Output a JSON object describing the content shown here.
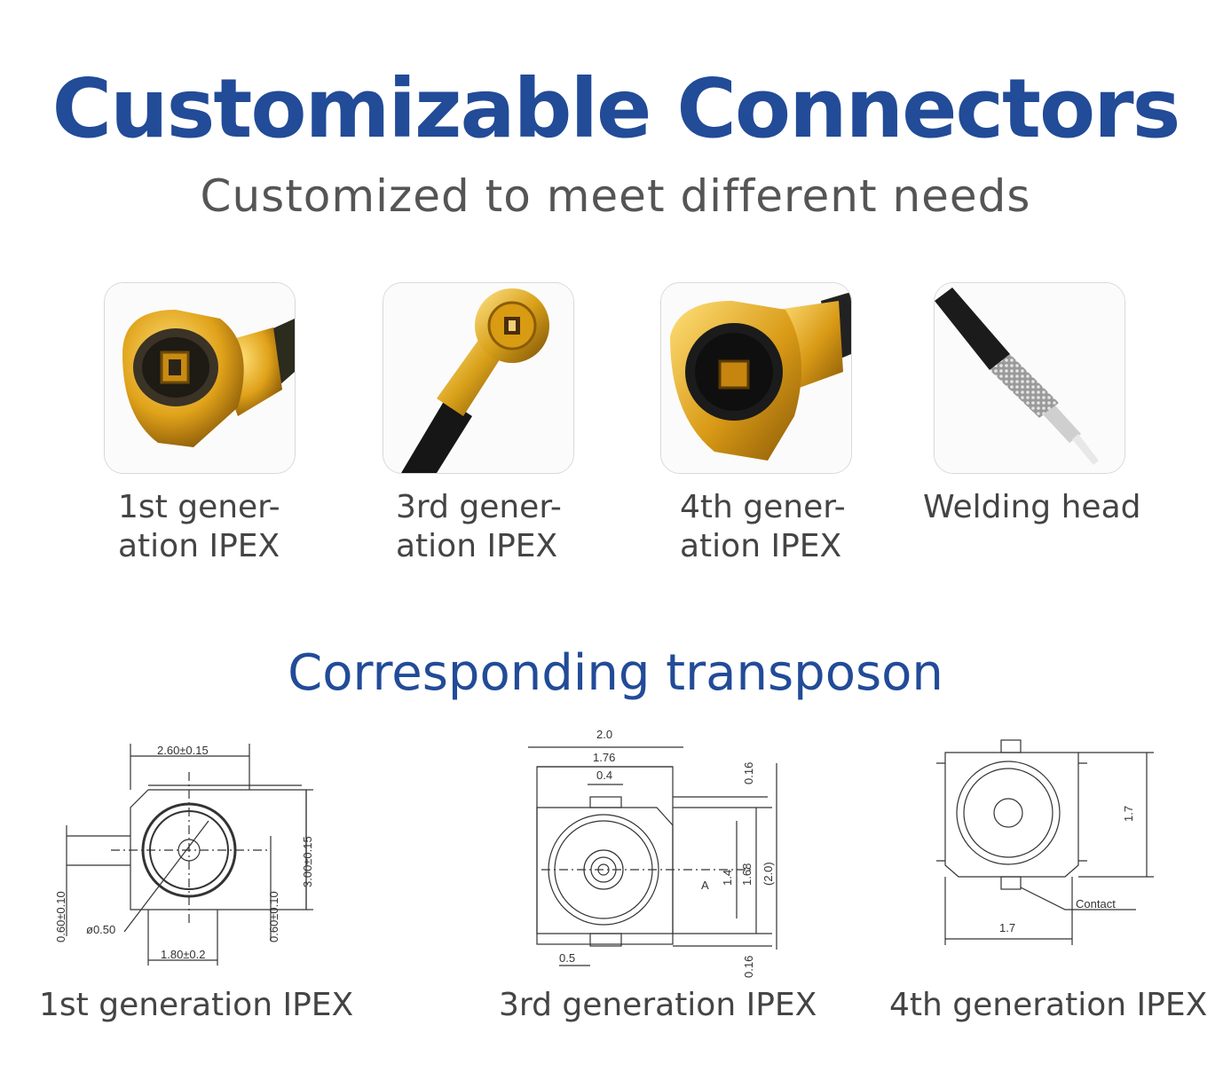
{
  "header": {
    "title": "Customizable Connectors",
    "subtitle": "Customized to meet different needs"
  },
  "products": [
    {
      "label": "1st gener-\nation IPEX",
      "icon": "ipex-gen1-photo"
    },
    {
      "label": "3rd gener-\nation IPEX",
      "icon": "ipex-gen3-photo"
    },
    {
      "label": "4th gener-\nation IPEX",
      "icon": "ipex-gen4-photo"
    },
    {
      "label": "Welding head",
      "icon": "welding-head-photo"
    }
  ],
  "section": {
    "title": "Corresponding transposon"
  },
  "drawings": [
    {
      "label": "1st generation IPEX",
      "dims": {
        "top": "2.60±0.15",
        "right": "3.00±0.15",
        "left": "0.60±0.10",
        "right2": "0.60±0.10",
        "bottom": "1.80±0.2",
        "dia": "ø0.50"
      }
    },
    {
      "label": "3rd generation IPEX",
      "dims": {
        "top": "2.0",
        "a": "1.76",
        "b": "0.4",
        "c": "0.16",
        "d": "1.4",
        "e": "1.68",
        "f": "(2.0)",
        "g": "0.5",
        "h": "0.16",
        "i": "A"
      }
    },
    {
      "label": "4th generation IPEX",
      "dims": {
        "right": "1.7",
        "bottom": "1.7",
        "contact": "Contact"
      }
    }
  ],
  "colors": {
    "title": "#224b98",
    "gold": "#d9a21b",
    "text": "#444444"
  }
}
